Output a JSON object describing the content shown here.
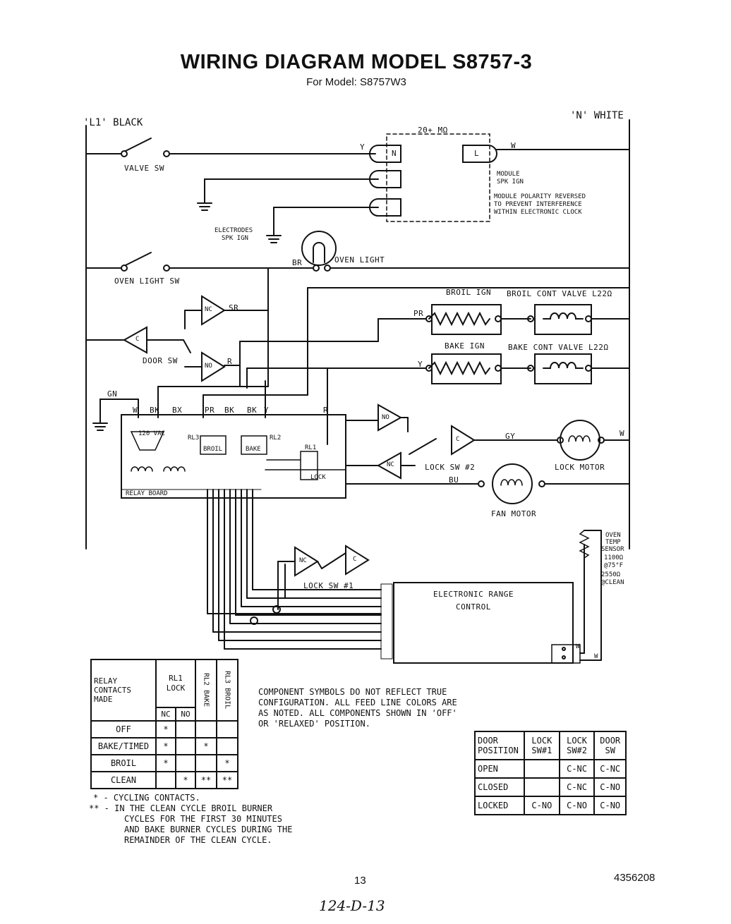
{
  "header": {
    "title": "WIRING DIAGRAM MODEL S8757-3",
    "subtitle": "For Model: S8757W3"
  },
  "labels": {
    "l1": "'L1' BLACK",
    "n": "'N' WHITE",
    "valve_sw": "VALVE SW",
    "module_res": "20+ MΩ",
    "module_n": "N",
    "module_l": "L",
    "wire_y1": "Y",
    "wire_w1": "W",
    "module_desc1": "MODULE",
    "module_desc2": "SPK IGN",
    "polarity1": "MODULE POLARITY REVERSED",
    "polarity2": "TO PREVENT INTERFERENCE",
    "polarity3": "WITHIN ELECTRONIC CLOCK",
    "electrodes1": "ELECTRODES",
    "electrodes2": "SPK IGN",
    "oven_light_sw": "OVEN LIGHT SW",
    "wire_br": "BR",
    "oven_light": "OVEN LIGHT",
    "broil_ign": "BROIL IGN",
    "broil_valve": "BROIL CONT VALVE L22Ω",
    "wire_pr": "PR",
    "wire_sr": "SR",
    "nc1": "NC",
    "c1": "C",
    "door_sw": "DOOR SW",
    "no1": "NO",
    "wire_r1": "R",
    "bake_ign": "BAKE IGN",
    "bake_valve": "BAKE CONT VALVE L22Ω",
    "wire_y2": "Y",
    "wire_gn": "GN",
    "tb_w": "W",
    "tb_bk1": "BK",
    "tb_bx": "BX",
    "tb_pr": "PR",
    "tb_bk2": "BK",
    "tb_bk3": "BK",
    "tb_y": "Y",
    "tb_r": "R",
    "vac": "120 VAC",
    "rl3": "RL3",
    "rl2": "RL2",
    "rl1": "RL1",
    "broil_relay": "BROIL",
    "bake_relay": "BAKE",
    "lock_relay": "LOCK",
    "relay_board": "RELAY BOARD",
    "no2": "NO",
    "c2": "C",
    "nc2": "NC",
    "lock_sw2": "LOCK SW #2",
    "wire_gy": "GY",
    "wire_w2": "W",
    "lock_motor": "LOCK MOTOR",
    "wire_bu": "BU",
    "fan_motor": "FAN MOTOR",
    "sensor1": "OVEN",
    "sensor2": "TEMP",
    "sensor3": "SENSOR",
    "sensor4": "1100Ω",
    "sensor5": "@75°F",
    "sensor6": "2550Ω",
    "sensor7": "@CLEAN",
    "nc3": "NC",
    "c3": "C",
    "lock_sw1": "LOCK SW #1",
    "erc1": "ELECTRONIC RANGE",
    "erc2": "CONTROL",
    "wire_w3": "W",
    "wire_w4": "W"
  },
  "relay_table": {
    "header_col0": "RELAY CONTACTS MADE",
    "header_rl1": "RL1 LOCK",
    "header_nc": "NC",
    "header_no": "NO",
    "header_rl2": "RL2 BAKE",
    "header_rl3": "RL3 BROIL",
    "rows": [
      {
        "label": "OFF",
        "nc": "*",
        "no": "",
        "rl2": "",
        "rl3": ""
      },
      {
        "label": "BAKE/TIMED",
        "nc": "*",
        "no": "",
        "rl2": "*",
        "rl3": ""
      },
      {
        "label": "BROIL",
        "nc": "*",
        "no": "",
        "rl2": "",
        "rl3": "*"
      },
      {
        "label": "CLEAN",
        "nc": "",
        "no": "*",
        "rl2": "**",
        "rl3": "**"
      }
    ]
  },
  "footnotes": {
    "f1": "* - CYCLING CONTACTS.",
    "f2": "** - IN THE CLEAN CYCLE BROIL BURNER",
    "f3": "CYCLES FOR THE FIRST 30 MINUTES",
    "f4": "AND BAKE BURNER CYCLES DURING THE",
    "f5": "REMAINDER OF THE CLEAN CYCLE."
  },
  "component_note": {
    "l1": "COMPONENT SYMBOLS DO NOT REFLECT TRUE",
    "l2": "CONFIGURATION. ALL FEED LINE COLORS ARE",
    "l3": "AS NOTED. ALL COMPONENTS SHOWN IN 'OFF'",
    "l4": "OR 'RELAXED' POSITION."
  },
  "door_table": {
    "h0": "DOOR POSITION",
    "h1": "LOCK SW#1",
    "h2": "LOCK SW#2",
    "h3": "DOOR SW",
    "rows": [
      {
        "pos": "OPEN",
        "sw1": "",
        "sw2": "C-NC",
        "door": "C-NC"
      },
      {
        "pos": "CLOSED",
        "sw1": "",
        "sw2": "C-NC",
        "door": "C-NO"
      },
      {
        "pos": "LOCKED",
        "sw1": "C-NO",
        "sw2": "C-NO",
        "door": "C-NO"
      }
    ]
  },
  "footer": {
    "page": "13",
    "part": "4356208",
    "handwritten": "124-D-13"
  }
}
